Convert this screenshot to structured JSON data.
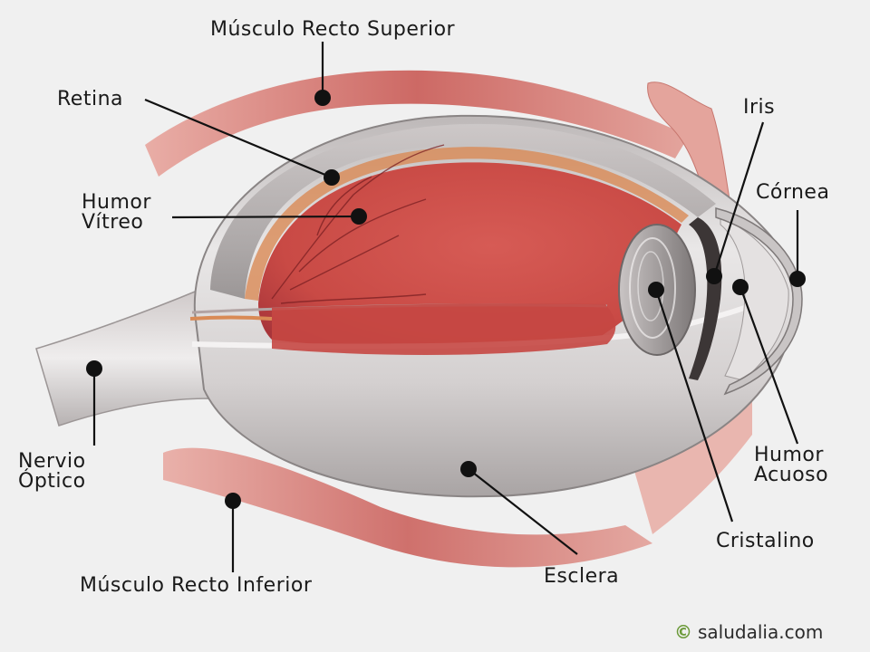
{
  "diagram": {
    "labels": {
      "musculo_recto_superior": "Músculo Recto Superior",
      "retina": "Retina",
      "humor_vitreo_1": "Humor",
      "humor_vitreo_2": "Vítreo",
      "nervio_optico_1": "Nervio",
      "nervio_optico_2": "Óptico",
      "musculo_recto_inferior": "Músculo Recto Inferior",
      "esclera": "Esclera",
      "cristalino": "Cristalino",
      "humor_acuoso_1": "Humor",
      "humor_acuoso_2": "Acuoso",
      "cornea": "Córnea",
      "iris": "Iris"
    },
    "credit": {
      "symbol": "©",
      "text": "saludalia.com"
    },
    "colors": {
      "background": "#f0f0f0",
      "muscle_red": "#d0605a",
      "vitreous_red": "#c94a45",
      "sclera_gray": "#d9d6d6",
      "leader": "#111111"
    }
  }
}
